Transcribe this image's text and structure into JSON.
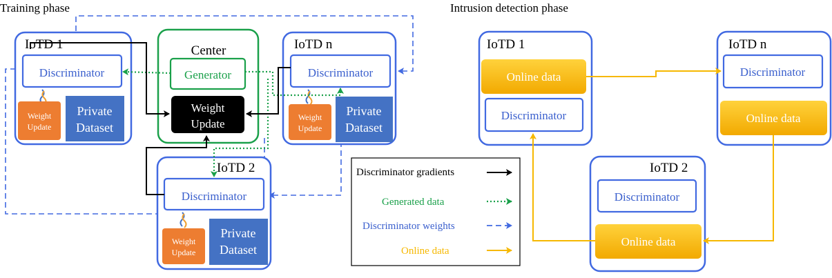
{
  "phases": {
    "training_title": "Training phase",
    "detection_title": "Intrusion detection phase"
  },
  "training": {
    "iotd1_title": "IoTD 1",
    "iotdn_title": "IoTD n",
    "iotd2_title": "IoTD 2",
    "center_title": "Center",
    "generator": "Generator",
    "weight_update_center": [
      "Weight",
      "Update"
    ],
    "discriminator": "Discriminator",
    "weight_update_small": [
      "Weight",
      "Update"
    ],
    "private_dataset": [
      "Private",
      "Dataset"
    ]
  },
  "legend": {
    "items": [
      {
        "label": "Discriminator gradients",
        "style": "solid-black"
      },
      {
        "label": "Generated data",
        "style": "dotted-green"
      },
      {
        "label": "Discriminator weights",
        "style": "dashed-blue"
      },
      {
        "label": "Online data",
        "style": "solid-yellow"
      }
    ]
  },
  "detection": {
    "iotd1_title": "IoTD 1",
    "iotdn_title": "IoTD n",
    "iotd2_title": "IoTD 2",
    "online_data": "Online data",
    "discriminator": "Discriminator"
  },
  "colors": {
    "box_border": "#4169e1",
    "discriminator_text": "#3a5fcd",
    "green": "#1aa04a",
    "orange": "#ed7d31",
    "dataset_fill": "#4472c4",
    "yellow": "#f6b800",
    "black": "#000000"
  }
}
